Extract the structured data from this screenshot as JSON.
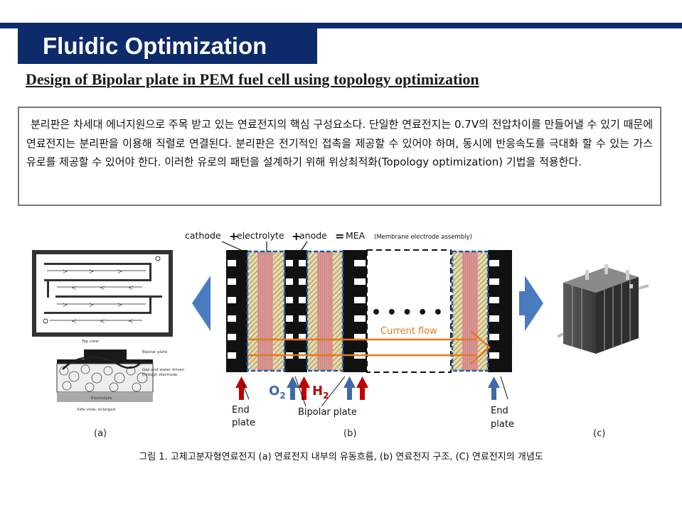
{
  "header": {
    "title": "Fluidic Optimization",
    "subtitle": "Design of Bipolar plate in PEM fuel cell using topology optimization"
  },
  "description": "분리판은 차세대 에너지원으로 주목 받고 있는 연료전지의 핵심 구성요소다. 단일한 연료전지는 0.7V의 전압차이를 만들어낼 수 있기 때문에 연료전지는 분리판을 이용해 직렬로 연결된다. 분리판은 전기적인 접촉을 제공할 수 있어야 하며, 동시에 반응속도를 극대화 할 수 있는 가스 유로를 제공할 수 있어야 한다. 이러한 유로의 패턴을 설계하기 위해 위상최적화(Topology optimization) 기법을 적용한다.",
  "figure": {
    "panel_a": {
      "top_view_label": "Top view",
      "bipolar_plate_label": "Bipolar plate",
      "gas_label_line1": "Gas and water driven",
      "gas_label_line2": "through electrode",
      "electrolyte_label": "Electrolyte",
      "side_view_label": "Side view, enlarged"
    },
    "panel_b": {
      "legend_cathode": "cathode",
      "legend_electrolyte": "electrolyte",
      "legend_anode": "anode",
      "legend_mea": "MEA",
      "legend_mea_full": "(Membrane electrode assembly)",
      "ellipsis": "• • • • •",
      "current_flow": "Current flow",
      "o2": "O",
      "o2_sub": "2",
      "h2": "H",
      "h2_sub": "2",
      "end_plate_left_1": "End",
      "end_plate_left_2": "plate",
      "bipolar_plate": "Bipolar plate",
      "end_plate_right_1": "End",
      "end_plate_right_2": "plate"
    },
    "labels": {
      "a": "(a)",
      "b": "(b)",
      "c": "(c)"
    },
    "caption": "그림 1. 고체고분자형연료전지 (a) 연료전지 내부의 유동흐름, (b) 연료전지 구조, (C) 연료전지의 개념도"
  },
  "colors": {
    "navy": "#0d2a6b",
    "arrow_blue": "#4a7bc0",
    "membrane_pink": "#d99694",
    "current_orange": "#e3791d",
    "dashed_blue": "#1f5fb0",
    "gas_red": "#c00000",
    "gas_blue": "#3d6aa8"
  }
}
